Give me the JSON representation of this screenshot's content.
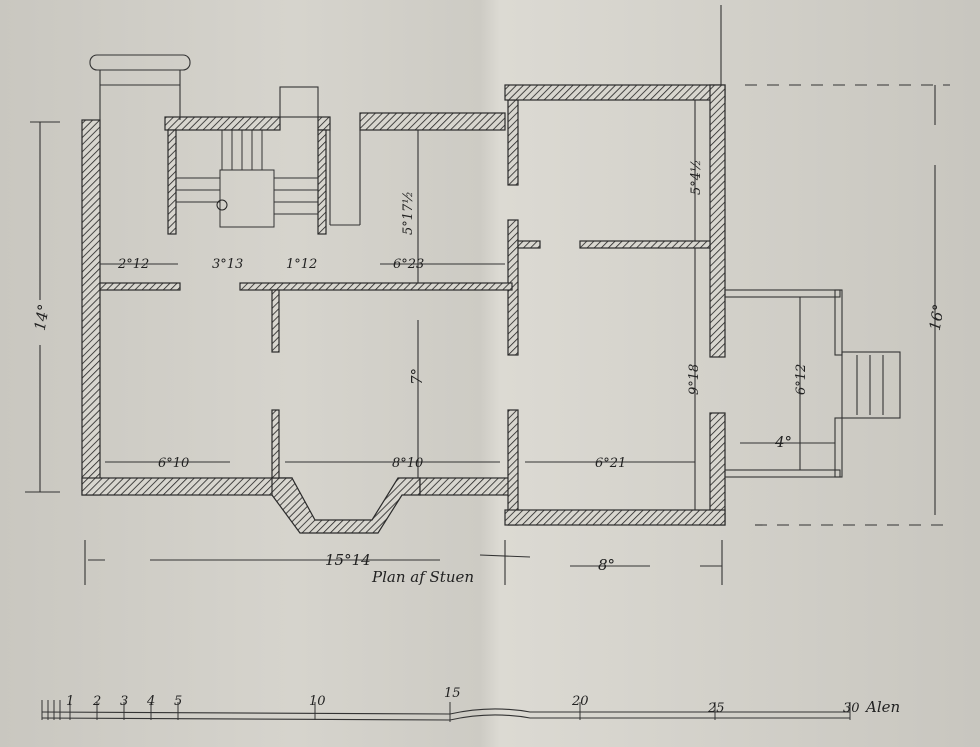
{
  "title": "Plan af Stuen",
  "dimensions": {
    "left_height": "14°",
    "right_height": "16°",
    "d_2_12": "2°12",
    "d_3_13": "3°13",
    "d_1_12": "1°12",
    "d_6_23": "6°23",
    "d_5_17": "5°17½",
    "d_5_4": "5°4½",
    "d_7": "7°",
    "d_6_10": "6°10",
    "d_8_10": "8°10",
    "d_6_21": "6°21",
    "d_9_18": "9°18",
    "d_6_12": "6°12",
    "d_4": "4°",
    "d_15_14": "15°14",
    "d_8": "8°"
  },
  "scale": {
    "ticks": [
      "1",
      "2",
      "3",
      "4",
      "5",
      "10",
      "15",
      "20",
      "25",
      "30"
    ],
    "unit": "Alen"
  }
}
